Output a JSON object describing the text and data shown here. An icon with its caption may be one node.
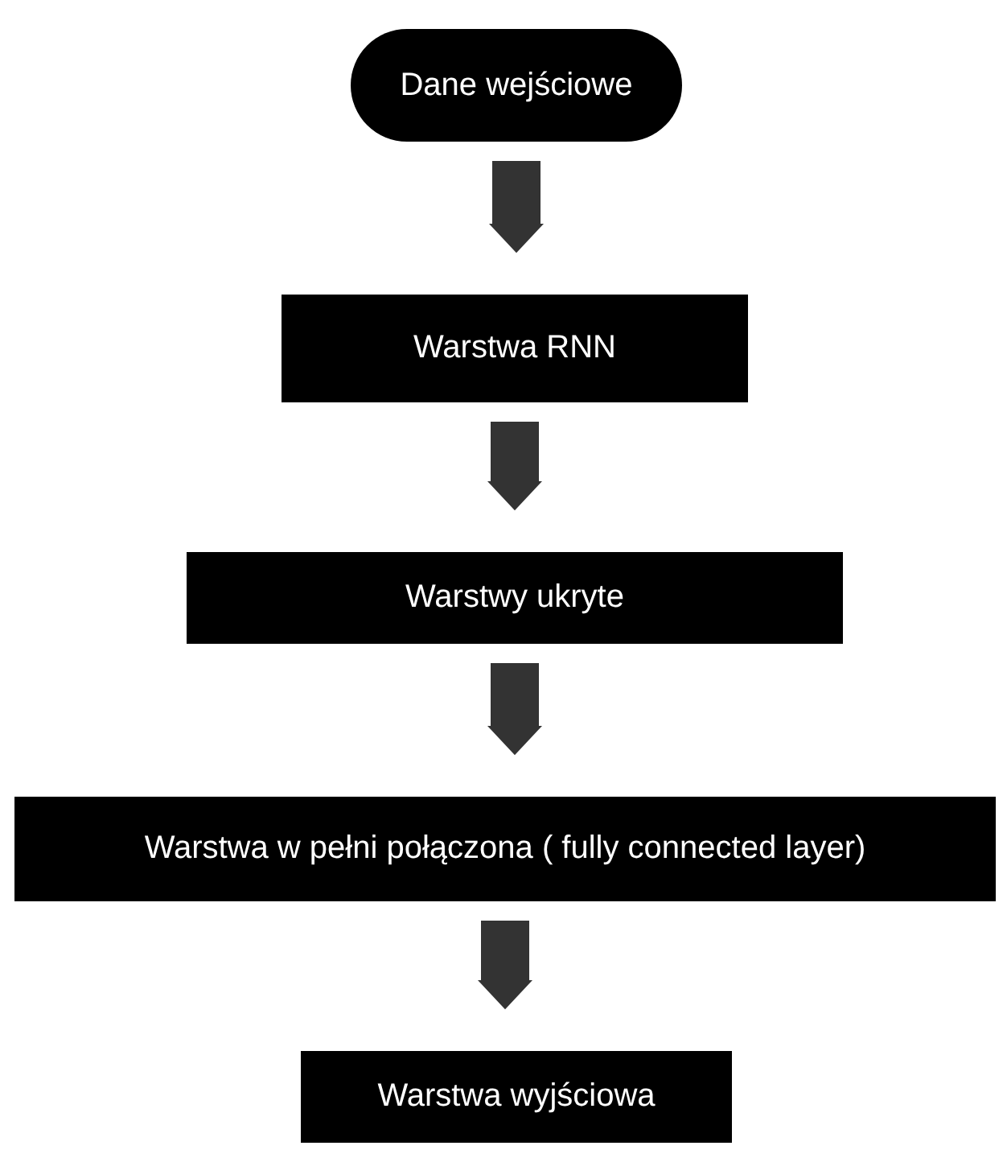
{
  "diagram": {
    "nodes": [
      {
        "text": [
          "Dane wejściowe"
        ]
      },
      {
        "text": [
          "Warstwa RNN"
        ]
      },
      {
        "text": [
          "Warstwy ukryte"
        ]
      },
      {
        "text": [
          "Warstwa w pełni połączona ( fully connected layer)"
        ]
      },
      {
        "text": [
          "Warstwa wyjściowa"
        ]
      }
    ],
    "edges": [
      {
        "from": 0,
        "to": 1,
        "arrow": "to"
      },
      {
        "from": 1,
        "to": 2,
        "arrow": "to"
      },
      {
        "from": 2,
        "to": 3,
        "arrow": "to"
      },
      {
        "from": 3,
        "to": 4,
        "arrow": "to"
      }
    ]
  }
}
